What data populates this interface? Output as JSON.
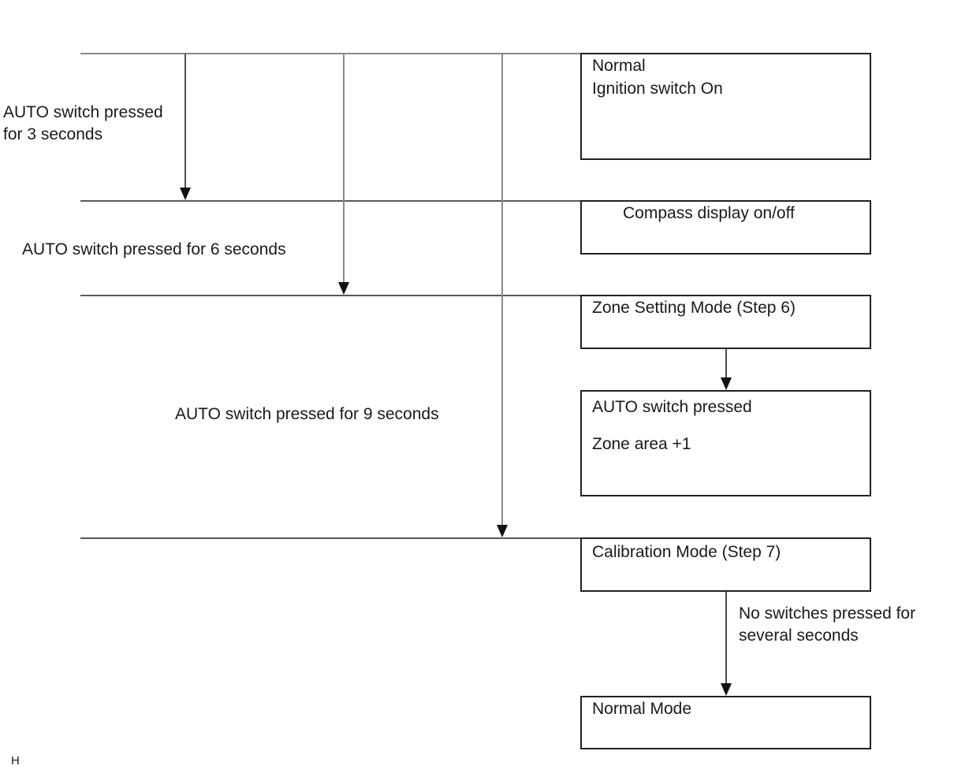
{
  "boxes": {
    "normal": {
      "line1": "Normal",
      "line2": "Ignition switch On"
    },
    "compass": {
      "label": "Compass display on/off"
    },
    "zone_setting": {
      "label": "Zone Setting Mode (Step 6)"
    },
    "auto_pressed": {
      "line1": "AUTO switch pressed",
      "line2": "Zone area +1"
    },
    "calibration": {
      "label": "Calibration Mode (Step 7)"
    },
    "normal_mode": {
      "label": "Normal Mode"
    }
  },
  "transitions": {
    "three_seconds": {
      "line1": "AUTO switch pressed",
      "line2": "for 3 seconds"
    },
    "six_seconds": {
      "label": "AUTO switch pressed for 6 seconds"
    },
    "nine_seconds": {
      "label": "AUTO switch pressed for 9 seconds"
    },
    "no_switch": {
      "line1": "No switches pressed for",
      "line2": "several seconds"
    }
  },
  "footer": {
    "mark": "H"
  }
}
